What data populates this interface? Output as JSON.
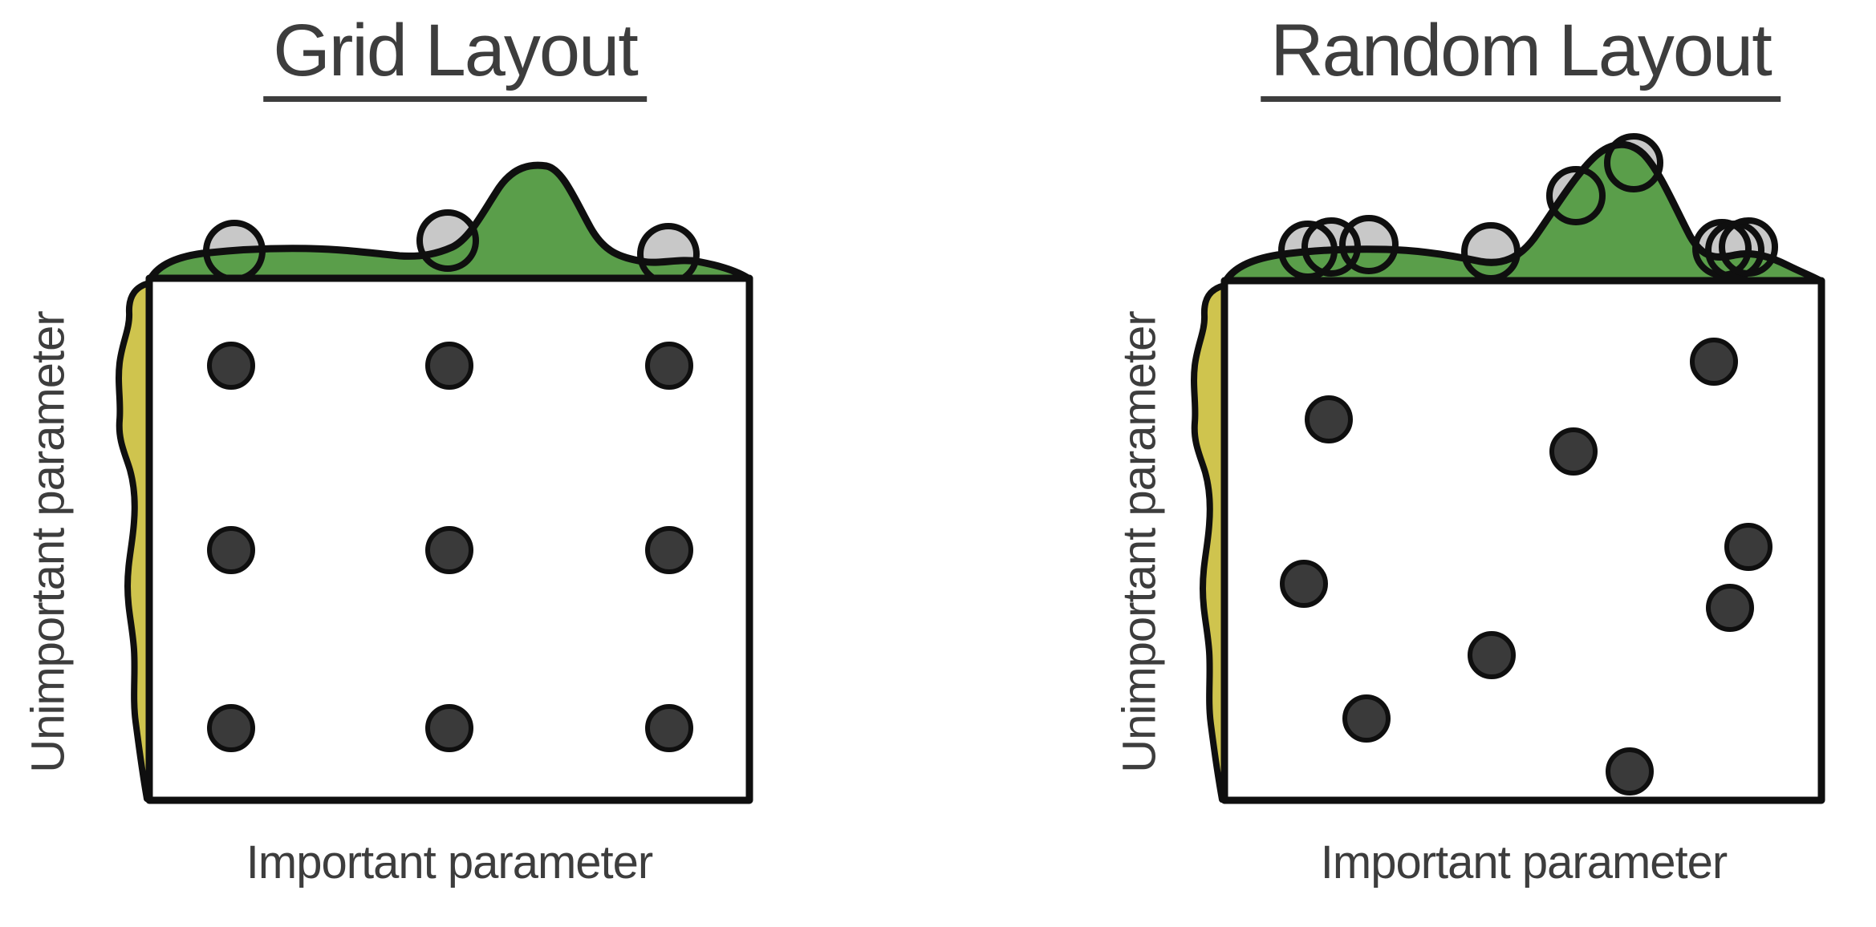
{
  "style": {
    "background": "#ffffff",
    "text-color": "#3d3d3d",
    "green": "#5a9e4a",
    "yellow": "#cfc44e",
    "dot-fill": "#3a3a3a",
    "circle-fill": "#c8c8c8",
    "line": "#0f0f0f"
  },
  "panels": [
    {
      "title": "Grid Layout",
      "xlabel": "Important parameter",
      "ylabel": "Unimportant parameter",
      "layout": "grid",
      "num_samples": 9,
      "dots": [
        [
          288,
          456
        ],
        [
          560,
          456
        ],
        [
          834,
          456
        ],
        [
          288,
          686
        ],
        [
          560,
          686
        ],
        [
          834,
          686
        ],
        [
          288,
          908
        ],
        [
          560,
          908
        ],
        [
          834,
          908
        ]
      ],
      "projections": [
        [
          292,
          313
        ],
        [
          558,
          300
        ],
        [
          833,
          317
        ]
      ]
    },
    {
      "title": "Random Layout",
      "xlabel": "Important parameter",
      "ylabel": "Unimportant parameter",
      "layout": "random",
      "num_samples": 9,
      "dots": [
        [
          2136,
          451
        ],
        [
          1656,
          523
        ],
        [
          1961,
          563
        ],
        [
          2179,
          682
        ],
        [
          1625,
          728
        ],
        [
          2156,
          758
        ],
        [
          1859,
          817
        ],
        [
          1703,
          896
        ],
        [
          2031,
          962
        ]
      ],
      "projections": [
        [
          1630,
          312
        ],
        [
          1659,
          308
        ],
        [
          1706,
          305
        ],
        [
          1858,
          314
        ],
        [
          1964,
          244
        ],
        [
          2036,
          203
        ],
        [
          2146,
          310
        ],
        [
          2162,
          312
        ],
        [
          2179,
          308
        ]
      ]
    }
  ]
}
